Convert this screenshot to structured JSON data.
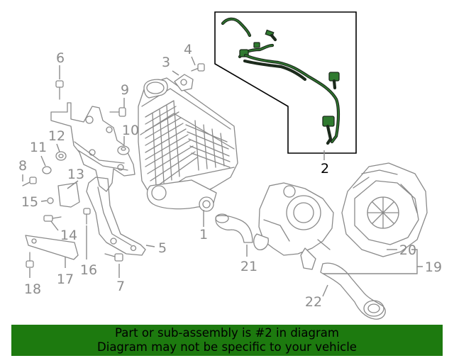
{
  "callouts": [
    "1",
    "2",
    "3",
    "4",
    "5",
    "6",
    "7",
    "8",
    "9",
    "10",
    "11",
    "12",
    "13",
    "14",
    "15",
    "16",
    "17",
    "18",
    "19",
    "20",
    "21",
    "22"
  ],
  "banner": {
    "line1": "Part or sub-assembly is #2 in diagram",
    "line2": "Diagram may not be specific to your vehicle"
  },
  "colors": {
    "banner": "#1d7a0f",
    "highlight_part": "#2f7a2f",
    "linework": "#8a8a8a"
  }
}
